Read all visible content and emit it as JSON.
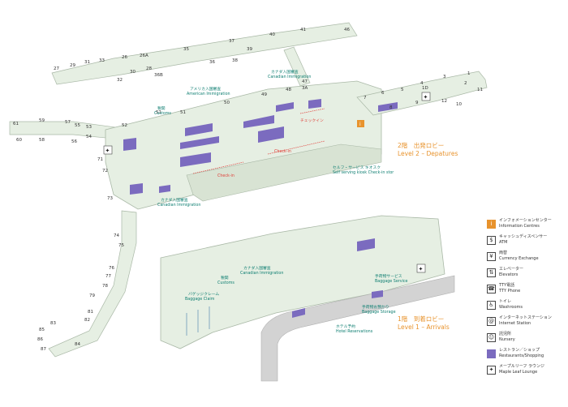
{
  "colors": {
    "floor": "#e6efe3",
    "floor_line": "#a9b8a6",
    "concourse": "#dfe9d9",
    "shop": "#7b6bbf",
    "label_teal": "#0f7f72",
    "level_orange": "#e8932d",
    "checkin_red": "#e0403a",
    "road": "#d3d3d3"
  },
  "gates": {
    "left_pier": [
      "61",
      "59",
      "57",
      "55",
      "53",
      "60",
      "58",
      "56",
      "54",
      "52",
      "51",
      "71",
      "72",
      "73",
      "74",
      "75",
      "76",
      "77",
      "78",
      "79",
      "81",
      "82",
      "83",
      "84",
      "85",
      "86",
      "87"
    ],
    "top_pier": [
      "27",
      "29",
      "31",
      "33",
      "26",
      "26A",
      "28",
      "30",
      "32",
      "35",
      "36",
      "36B",
      "37",
      "38",
      "39",
      "40",
      "41",
      "46",
      "47",
      "48",
      "49",
      "50",
      "51"
    ],
    "right_pier": [
      "1",
      "2",
      "3",
      "4",
      "5",
      "6",
      "7",
      "8",
      "9",
      "10",
      "11",
      "12",
      "1D",
      "3A"
    ]
  },
  "labels": {
    "customs_upper": [
      "税関",
      "Customs"
    ],
    "us_immigration": [
      "アメリカ入国審査",
      "American Immigration"
    ],
    "canadian_immigration_top": [
      "カナダ入国審査",
      "Canadian Immigration"
    ],
    "canadian_immigration_left": [
      "カナダ入国審査",
      "Canadian Immigration"
    ],
    "checkin_left": "Check-in",
    "checkin_mid": "Check-in",
    "checkin_jp": "チェックイン",
    "self_service": [
      "セルフ・サービス キオスク",
      "Self serving kiosk Check-in stor"
    ],
    "customs_lower": [
      "税関",
      "Customs"
    ],
    "canadian_immigration_lower": [
      "カナダ入国審査",
      "Canadian Immigration"
    ],
    "baggage_claim": [
      "バゲッジクレーム",
      "Baggage Claim"
    ],
    "baggage_service": [
      "手荷物サービス",
      "Baggage Service"
    ],
    "baggage_storage": [
      "手荷物お預かり",
      "Baggage Storage"
    ],
    "hotel_reservations": [
      "ホテル予約",
      "Hotel Reservations"
    ]
  },
  "levels": {
    "level2_jp": "2階　出発ロビー",
    "level2_en": "Level 2 – Depatures",
    "level1_jp": "1階　到着ロビー",
    "level1_en": "Level 1 – Arrivals"
  },
  "legend": [
    {
      "icon": "info-icon",
      "glyph": "i",
      "jp": "インフォメーションセンター",
      "en": "Information Centres"
    },
    {
      "icon": "atm-icon",
      "glyph": "$",
      "jp": "キャッシュディスペンサー",
      "en": "ATM"
    },
    {
      "icon": "currency-exchange-icon",
      "glyph": "¥",
      "jp": "両替",
      "en": "Currency Exchange"
    },
    {
      "icon": "elevator-icon",
      "glyph": "⇅",
      "jp": "エレベーター",
      "en": "Elevators"
    },
    {
      "icon": "tty-phone-icon",
      "glyph": "☎",
      "jp": "TTY電話",
      "en": "TTY Phone"
    },
    {
      "icon": "washroom-icon",
      "glyph": "♿",
      "jp": "トイレ",
      "en": "Washrooms"
    },
    {
      "icon": "internet-station-icon",
      "glyph": "@",
      "jp": "インターネットステーション",
      "en": "Internet Station"
    },
    {
      "icon": "nursery-icon",
      "glyph": "☺",
      "jp": "託児所",
      "en": "Nursery"
    },
    {
      "icon": "restaurant-shopping-icon",
      "glyph": "",
      "jp": "レストラン／ショップ",
      "en": "Restaurants/Shopping"
    },
    {
      "icon": "maple-leaf-lounge-icon",
      "glyph": "✦",
      "jp": "メープルリーフ ラウンジ",
      "en": "Maple Leaf Lounge"
    }
  ]
}
